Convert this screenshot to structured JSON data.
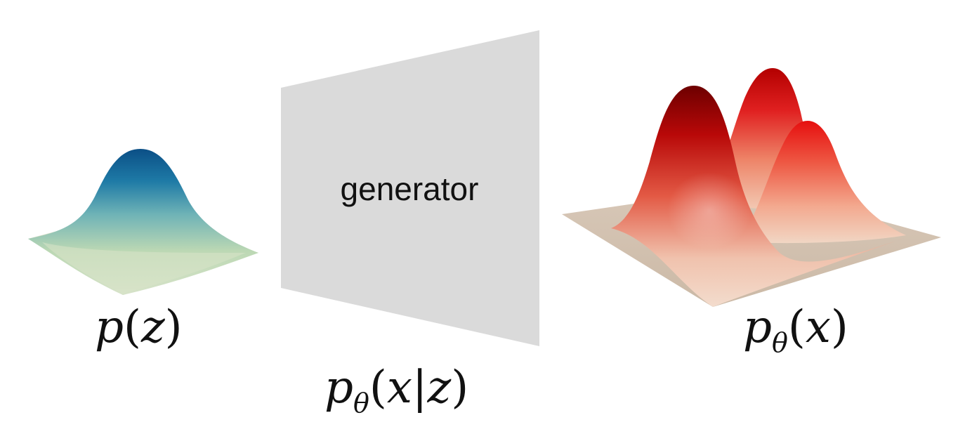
{
  "prior": {
    "label_fn": "p",
    "label_arg": "z",
    "color_peak": "#0d5a92",
    "color_mid": "#5aa6b8",
    "color_base": "#cfe0b8"
  },
  "generator": {
    "label": "generator",
    "fill": "#dadada",
    "sub_label_fn": "p",
    "sub_label_sub": "θ",
    "sub_label_arg": "x",
    "sub_label_bar": "|",
    "sub_label_cond": "z"
  },
  "model": {
    "label_fn": "p",
    "label_sub": "θ",
    "label_arg": "x",
    "color_peak": "#c00a0a",
    "color_mid": "#e8745e",
    "color_base": "#efd9c8"
  },
  "glyphs": {
    "open_paren": "(",
    "close_paren": ")"
  }
}
